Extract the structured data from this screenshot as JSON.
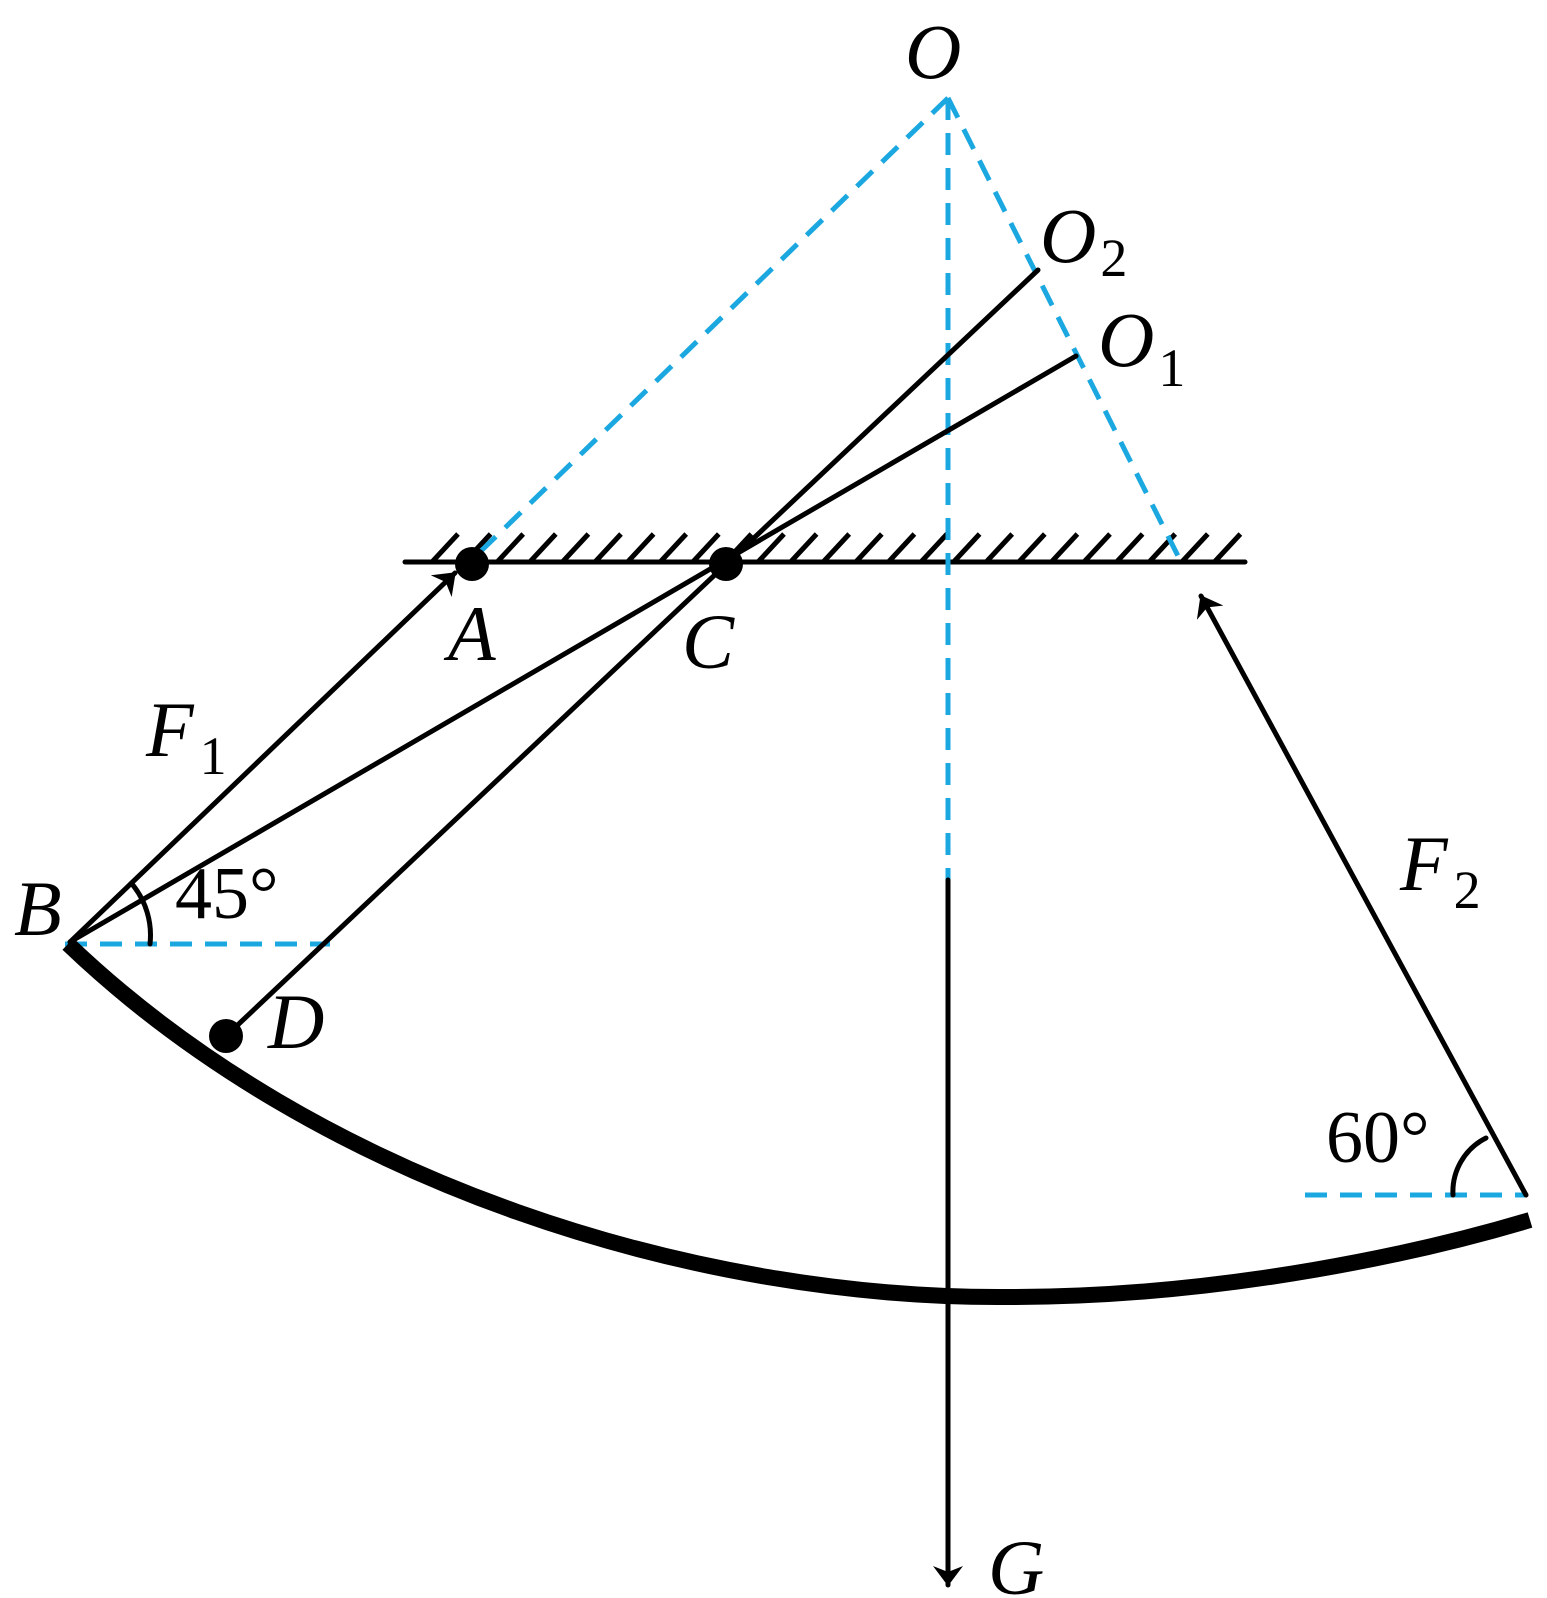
{
  "colors": {
    "line": "#000000",
    "dashed": "#1ba8e0"
  },
  "labels": {
    "O": "O",
    "O2": "O",
    "O2_sub": "2",
    "O1": "O",
    "O1_sub": "1",
    "A": "A",
    "C": "C",
    "B": "B",
    "D": "D",
    "G": "G",
    "F1": "F",
    "F1_sub": "1",
    "F2": "F",
    "F2_sub": "2",
    "angle_B": "45°",
    "angle_right": "60°"
  }
}
